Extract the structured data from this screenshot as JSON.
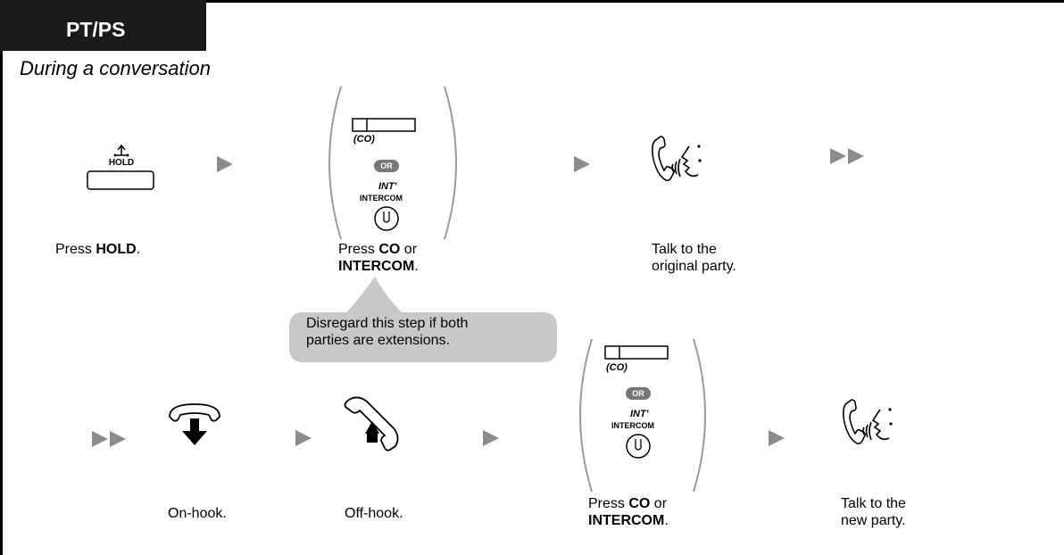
{
  "tab": {
    "label": "PT/PS"
  },
  "subtitle": "During a conversation",
  "colors": {
    "tab_bg": "#1a1a1a",
    "arrow": "#8c8c8c",
    "bubble": "#c8c8c8",
    "or_badge": "#777777"
  },
  "row1": {
    "hold_key_label": "HOLD",
    "co_label": "(CO)",
    "or_label": "OR",
    "int_label": "INT'",
    "intercom_label": "INTERCOM",
    "step1": {
      "prefix": "Press ",
      "bold": "HOLD",
      "suffix": "."
    },
    "step2": {
      "line1_prefix": "Press ",
      "line1_bold": "CO",
      "line1_suffix": " or",
      "line2_bold": "INTERCOM",
      "line2_suffix": "."
    },
    "step3": {
      "line1": "Talk to the",
      "line2": "original party."
    }
  },
  "note": {
    "line1": "Disregard this step if both",
    "line2": "parties are extensions."
  },
  "row2": {
    "co_label": "(CO)",
    "or_label": "OR",
    "int_label": "INT'",
    "intercom_label": "INTERCOM",
    "step4": "On-hook.",
    "step5": "Off-hook.",
    "step6": {
      "line1_prefix": "Press ",
      "line1_bold": "CO",
      "line1_suffix": " or",
      "line2_bold": "INTERCOM",
      "line2_suffix": "."
    },
    "step7": {
      "line1": "Talk to the",
      "line2": "new party."
    }
  }
}
